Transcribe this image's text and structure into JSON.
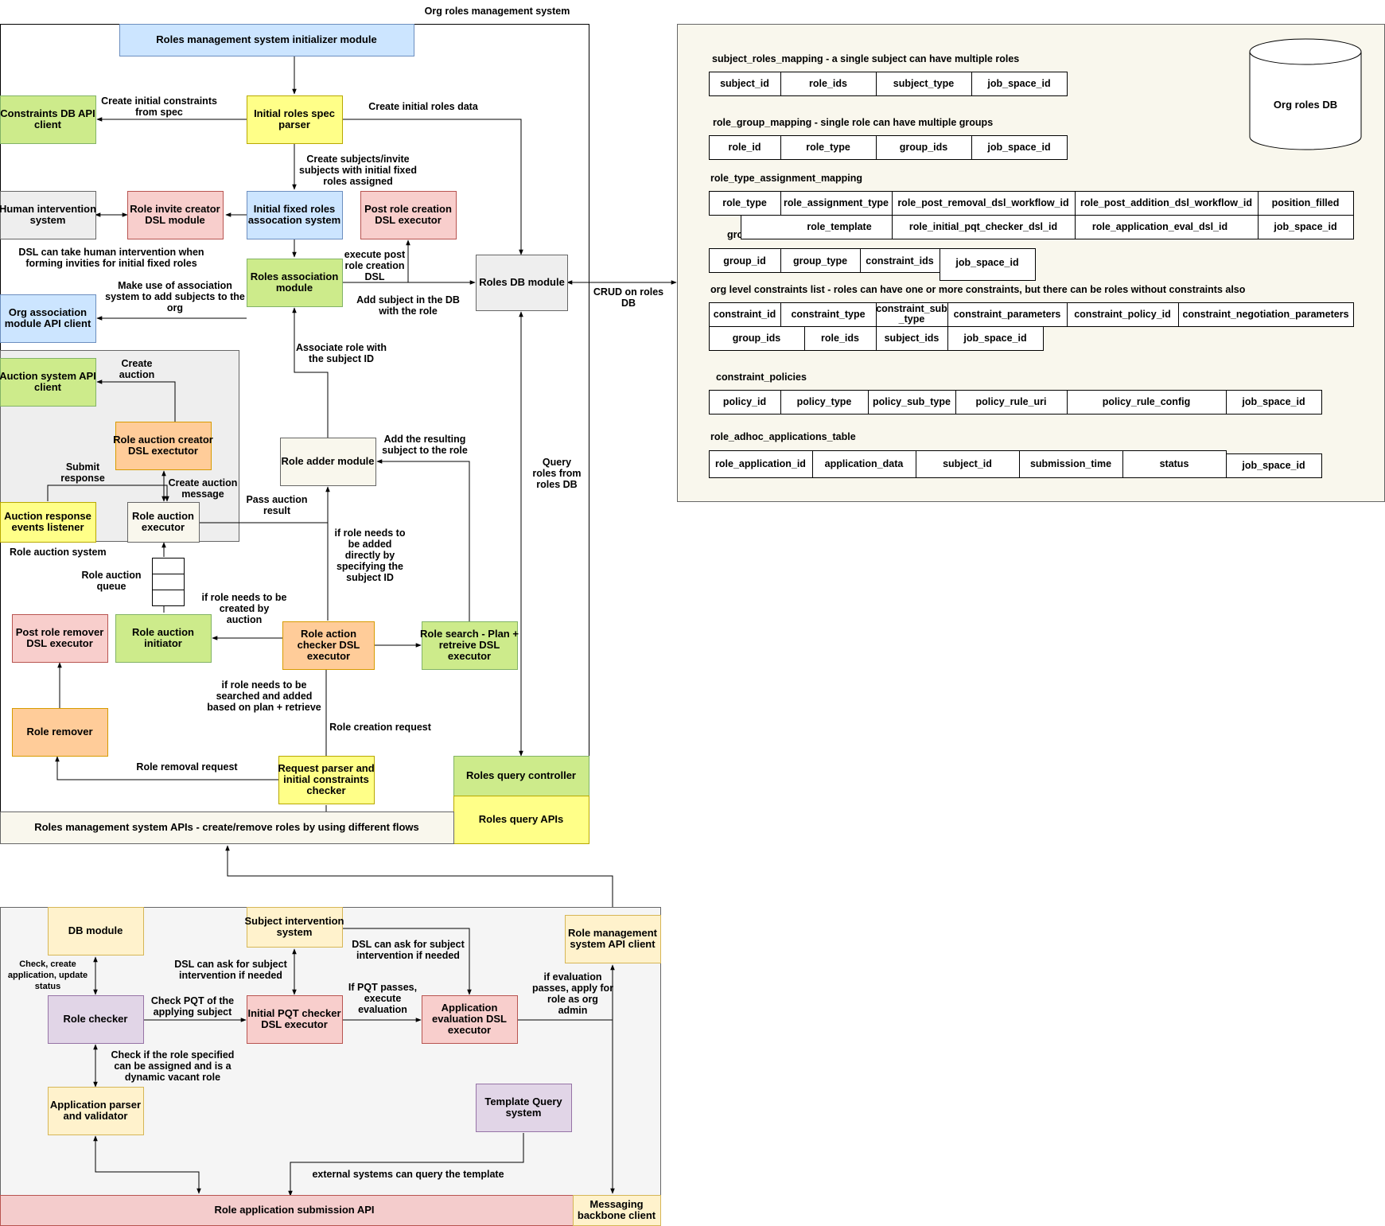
{
  "title": "Org roles management system",
  "boxes": {
    "initializer": "Roles management system initializer module",
    "spec_parser": [
      "Initial roles spec",
      "parser"
    ],
    "constraints_client": [
      "Constraints DB API",
      "client"
    ],
    "human_intervention": [
      "Human intervention",
      "system"
    ],
    "role_invite": [
      "Role invite creator",
      "DSL module"
    ],
    "fixed_roles": [
      "Initial fixed roles",
      "assocation system"
    ],
    "post_role_creation": [
      "Post role creation",
      "DSL executor"
    ],
    "roles_association": [
      "Roles association",
      "module"
    ],
    "roles_db_module": "Roles DB module",
    "org_association": [
      "Org association",
      "module API client"
    ],
    "auction_client": [
      "Auction system API",
      "client"
    ],
    "auction_creator": [
      "Role auction creator",
      "DSL exectutor"
    ],
    "role_adder": "Role adder module",
    "auction_listener": [
      "Auction response",
      "events listener"
    ],
    "auction_executor": [
      "Role auction",
      "executor"
    ],
    "post_role_remover": [
      "Post role remover",
      "DSL executor"
    ],
    "auction_initiator": [
      "Role auction",
      "initiator"
    ],
    "action_checker": [
      "Role action",
      "checker DSL",
      "executor"
    ],
    "role_search": [
      "Role search - Plan +",
      "retreive DSL",
      "executor"
    ],
    "role_remover": "Role remover",
    "request_parser": [
      "Request parser and",
      "initial constraints",
      "checker"
    ],
    "query_controller": "Roles query controller",
    "query_apis": "Roles query APIs",
    "mgmt_apis": "Roles management system APIs - create/remove roles by using different flows",
    "org_roles_db": "Org roles DB",
    "db_module": "DB module",
    "subject_intervention": [
      "Subject intervention",
      "system"
    ],
    "mgmt_api_client": [
      "Role management",
      "system API client"
    ],
    "role_checker": "Role checker",
    "pqt_checker": [
      "Initial PQT checker",
      "DSL executor"
    ],
    "app_eval": [
      "Application",
      "evaluation DSL",
      "executor"
    ],
    "template_query": [
      "Template Query",
      "system"
    ],
    "app_parser": [
      "Application parser",
      "and validator"
    ],
    "submission_api": "Role application submission API",
    "messaging": [
      "Messaging",
      "backbone client"
    ]
  },
  "labels": {
    "create_constraints": [
      "Create initial constraints",
      "from spec"
    ],
    "create_roles_data": "Create initial roles data",
    "create_subjects": [
      "Create subjects/invite",
      "subjects with initial fixed",
      "roles assigned"
    ],
    "dsl_human": [
      "DSL can take human intervention when",
      "forming invities for initial fixed roles"
    ],
    "execute_post": [
      "execute post",
      "role creation",
      "DSL"
    ],
    "association_use": [
      "Make use of association",
      "system to add subjects to the",
      "org"
    ],
    "add_subject_db": [
      "Add subject in the DB",
      "with the role"
    ],
    "crud": [
      "CRUD on roles",
      "DB"
    ],
    "associate_role": [
      "Associate role with",
      "the subject ID"
    ],
    "create_auction": [
      "Create",
      "auction"
    ],
    "add_resulting": [
      "Add the resulting",
      "subject to the role"
    ],
    "query_roles": [
      "Query",
      "roles from",
      "roles DB"
    ],
    "submit_response": [
      "Submit",
      "response"
    ],
    "create_auction_msg": [
      "Create auction",
      "message"
    ],
    "pass_result": [
      "Pass auction",
      "result"
    ],
    "role_auction_system": "Role auction system",
    "if_direct": [
      "if role needs to",
      "be added",
      "directly by",
      "specifying the",
      "subject ID"
    ],
    "auction_queue": [
      "Role auction",
      "queue"
    ],
    "if_auction": [
      "if role needs to be",
      "created by",
      "auction"
    ],
    "if_search": [
      "if role needs to be",
      "searched and added",
      "based on plan + retrieve"
    ],
    "creation_request": "Role creation request",
    "removal_request": "Role removal request",
    "check_create": [
      "Check, create",
      "application, update",
      "status"
    ],
    "dsl_ask_1": [
      "DSL can ask for subject",
      "intervention if needed"
    ],
    "dsl_ask_2": [
      "DSL can ask for subject",
      "intervention if needed"
    ],
    "check_pqt": [
      "Check PQT of the",
      "applying subject"
    ],
    "if_pqt": [
      "If PQT passes,",
      "execute",
      "evaluation"
    ],
    "if_eval": [
      "if evaluation",
      "passes, apply for",
      "role as org",
      "admin"
    ],
    "check_specified": [
      "Check if the role specified",
      "can be assigned and is a",
      "dynamic vacant role"
    ],
    "external_query": "external systems can query the template"
  },
  "db_tables": {
    "subject_roles_mapping": {
      "title": "subject_roles_mapping - a single subject can have multiple roles",
      "cols": [
        "subject_id",
        "role_ids",
        "subject_type",
        "job_space_id"
      ]
    },
    "role_group_mapping": {
      "title": "role_group_mapping - single role can have multiple groups",
      "cols": [
        "role_id",
        "role_type",
        "group_ids",
        "job_space_id"
      ]
    },
    "role_type_assignment_mapping": {
      "title": "role_type_assignment_mapping",
      "row1": [
        "role_type",
        "role_assignment_type",
        "role_post_removal_dsl_workflow_id",
        "role_post_addition_dsl_workflow_id",
        "position_filled"
      ],
      "row2": [
        "role_template",
        "role_initial_pqt_checker_dsl_id",
        "role_application_eval_dsl_id",
        "job_space_id"
      ],
      "hidden_title": "gro"
    },
    "group_table": {
      "cols": [
        "group_id",
        "group_type",
        "constraint_ids",
        "job_space_id"
      ]
    },
    "org_constraints": {
      "title": "org level constraints list - roles can have one or more constraints, but there can be roles without constraints also",
      "row1": [
        "constraint_id",
        "constraint_type",
        "constraint_sub",
        "constraint_parameters",
        "constraint_policy_id",
        "constraint_negotiation_parameters"
      ],
      "row1_extra": "_type",
      "row2": [
        "group_ids",
        "role_ids",
        "subject_ids",
        "job_space_id"
      ]
    },
    "constraint_policies": {
      "title": "constraint_policies",
      "cols": [
        "policy_id",
        "policy_type",
        "policy_sub_type",
        "policy_rule_uri",
        "policy_rule_config",
        "job_space_id"
      ]
    },
    "role_adhoc": {
      "title": "role_adhoc_applications_table",
      "cols": [
        "role_application_id",
        "application_data",
        "subject_id",
        "submission_time",
        "status",
        "job_space_id"
      ]
    }
  },
  "colors": {
    "blue": "#cce5ff",
    "yellow": "#ffff88",
    "green": "#cdeb8b",
    "pink": "#f8cecc",
    "grey": "#eeeeee",
    "orange": "#ffcc99",
    "cream": "#f9f7ed",
    "light_yellow": "#fff2cc",
    "purple": "#e1d5e7",
    "salmon": "#f4cccc"
  }
}
